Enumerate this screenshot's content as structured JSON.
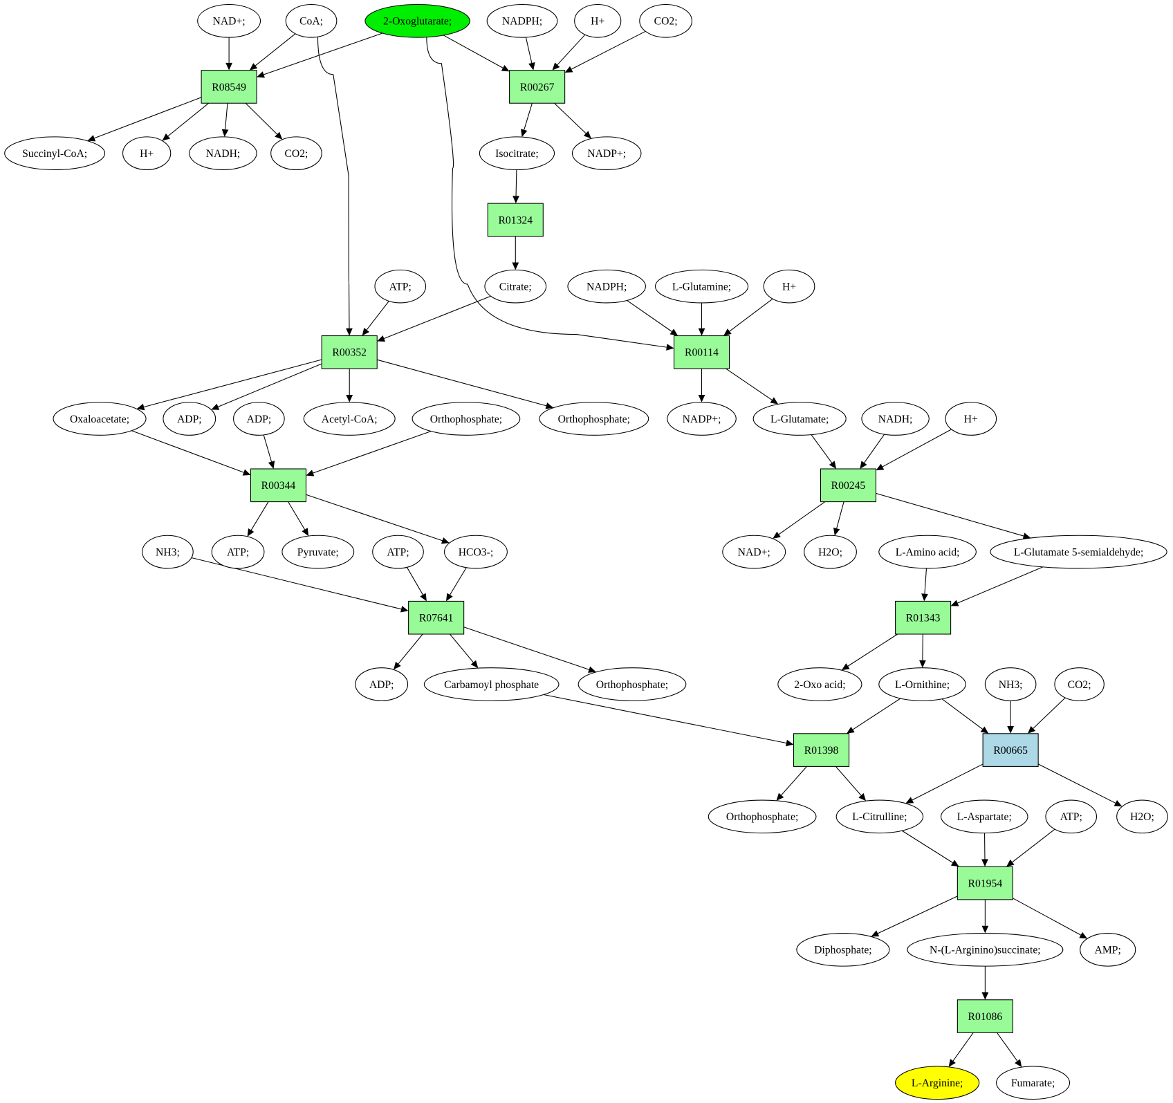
{
  "colors": {
    "reaction": "#98fb98",
    "reaction_alt": "#add8e6",
    "source": "#00ee00",
    "target": "#ffff00",
    "compound": "#ffffff"
  },
  "nodes": [
    {
      "id": "nad1",
      "label": "NAD+;",
      "kind": "compound"
    },
    {
      "id": "coa",
      "label": "CoA;",
      "kind": "compound"
    },
    {
      "id": "oxo",
      "label": "2-Oxoglutarate;",
      "kind": "source"
    },
    {
      "id": "nadph1",
      "label": "NADPH;",
      "kind": "compound"
    },
    {
      "id": "h1",
      "label": "H+",
      "kind": "compound"
    },
    {
      "id": "co2a",
      "label": "CO2;",
      "kind": "compound"
    },
    {
      "id": "R08549",
      "label": "R08549",
      "kind": "reaction"
    },
    {
      "id": "R00267",
      "label": "R00267",
      "kind": "reaction"
    },
    {
      "id": "succ",
      "label": "Succinyl-CoA;",
      "kind": "compound"
    },
    {
      "id": "h2",
      "label": "H+",
      "kind": "compound"
    },
    {
      "id": "nadh1",
      "label": "NADH;",
      "kind": "compound"
    },
    {
      "id": "co2b",
      "label": "CO2;",
      "kind": "compound"
    },
    {
      "id": "isocit",
      "label": "Isocitrate;",
      "kind": "compound"
    },
    {
      "id": "nadp1",
      "label": "NADP+;",
      "kind": "compound"
    },
    {
      "id": "R01324",
      "label": "R01324",
      "kind": "reaction"
    },
    {
      "id": "atp1",
      "label": "ATP;",
      "kind": "compound"
    },
    {
      "id": "citrate",
      "label": "Citrate;",
      "kind": "compound"
    },
    {
      "id": "nadph2",
      "label": "NADPH;",
      "kind": "compound"
    },
    {
      "id": "gln",
      "label": "L-Glutamine;",
      "kind": "compound"
    },
    {
      "id": "h3",
      "label": "H+",
      "kind": "compound"
    },
    {
      "id": "R00352",
      "label": "R00352",
      "kind": "reaction"
    },
    {
      "id": "R00114",
      "label": "R00114",
      "kind": "reaction"
    },
    {
      "id": "oaa",
      "label": "Oxaloacetate;",
      "kind": "compound"
    },
    {
      "id": "adp1",
      "label": "ADP;",
      "kind": "compound"
    },
    {
      "id": "adp2",
      "label": "ADP;",
      "kind": "compound"
    },
    {
      "id": "accoa",
      "label": "Acetyl-CoA;",
      "kind": "compound"
    },
    {
      "id": "pi1",
      "label": "Orthophosphate;",
      "kind": "compound"
    },
    {
      "id": "pi2",
      "label": "Orthophosphate;",
      "kind": "compound"
    },
    {
      "id": "nadp2",
      "label": "NADP+;",
      "kind": "compound"
    },
    {
      "id": "glu",
      "label": "L-Glutamate;",
      "kind": "compound"
    },
    {
      "id": "nadh2",
      "label": "NADH;",
      "kind": "compound"
    },
    {
      "id": "h4",
      "label": "H+",
      "kind": "compound"
    },
    {
      "id": "R00344",
      "label": "R00344",
      "kind": "reaction"
    },
    {
      "id": "R00245",
      "label": "R00245",
      "kind": "reaction"
    },
    {
      "id": "nh3a",
      "label": "NH3;",
      "kind": "compound"
    },
    {
      "id": "atp2",
      "label": "ATP;",
      "kind": "compound"
    },
    {
      "id": "pyr",
      "label": "Pyruvate;",
      "kind": "compound"
    },
    {
      "id": "atp3",
      "label": "ATP;",
      "kind": "compound"
    },
    {
      "id": "hco3",
      "label": "HCO3-;",
      "kind": "compound"
    },
    {
      "id": "nad2",
      "label": "NAD+;",
      "kind": "compound"
    },
    {
      "id": "h2o1",
      "label": "H2O;",
      "kind": "compound"
    },
    {
      "id": "aa",
      "label": "L-Amino acid;",
      "kind": "compound"
    },
    {
      "id": "g5sa",
      "label": "L-Glutamate 5-semialdehyde;",
      "kind": "compound"
    },
    {
      "id": "R07641",
      "label": "R07641",
      "kind": "reaction"
    },
    {
      "id": "R01343",
      "label": "R01343",
      "kind": "reaction"
    },
    {
      "id": "adp3",
      "label": "ADP;",
      "kind": "compound"
    },
    {
      "id": "carb",
      "label": "Carbamoyl phosphate",
      "kind": "compound"
    },
    {
      "id": "pi3",
      "label": "Orthophosphate;",
      "kind": "compound"
    },
    {
      "id": "oxoacid",
      "label": "2-Oxo acid;",
      "kind": "compound"
    },
    {
      "id": "orn",
      "label": "L-Ornithine;",
      "kind": "compound"
    },
    {
      "id": "nh3b",
      "label": "NH3;",
      "kind": "compound"
    },
    {
      "id": "co2c",
      "label": "CO2;",
      "kind": "compound"
    },
    {
      "id": "R01398",
      "label": "R01398",
      "kind": "reaction"
    },
    {
      "id": "R00665",
      "label": "R00665",
      "kind": "reaction_alt"
    },
    {
      "id": "pi4",
      "label": "Orthophosphate;",
      "kind": "compound"
    },
    {
      "id": "cit",
      "label": "L-Citrulline;",
      "kind": "compound"
    },
    {
      "id": "asp",
      "label": "L-Aspartate;",
      "kind": "compound"
    },
    {
      "id": "atp4",
      "label": "ATP;",
      "kind": "compound"
    },
    {
      "id": "h2o2",
      "label": "H2O;",
      "kind": "compound"
    },
    {
      "id": "R01954",
      "label": "R01954",
      "kind": "reaction"
    },
    {
      "id": "ppi",
      "label": "Diphosphate;",
      "kind": "compound"
    },
    {
      "id": "nas",
      "label": "N-(L-Arginino)succinate;",
      "kind": "compound"
    },
    {
      "id": "amp",
      "label": "AMP;",
      "kind": "compound"
    },
    {
      "id": "R01086",
      "label": "R01086",
      "kind": "reaction"
    },
    {
      "id": "arg",
      "label": "L-Arginine;",
      "kind": "target"
    },
    {
      "id": "fum",
      "label": "Fumarate;",
      "kind": "compound"
    }
  ],
  "edges": [
    [
      "nad1",
      "R08549"
    ],
    [
      "coa",
      "R08549"
    ],
    [
      "oxo",
      "R08549"
    ],
    [
      "R08549",
      "succ"
    ],
    [
      "R08549",
      "h2"
    ],
    [
      "R08549",
      "nadh1"
    ],
    [
      "R08549",
      "co2b"
    ],
    [
      "oxo",
      "R00267"
    ],
    [
      "nadph1",
      "R00267"
    ],
    [
      "h1",
      "R00267"
    ],
    [
      "co2a",
      "R00267"
    ],
    [
      "R00267",
      "isocit"
    ],
    [
      "R00267",
      "nadp1"
    ],
    [
      "isocit",
      "R01324"
    ],
    [
      "R01324",
      "citrate"
    ],
    [
      "coa",
      "R00352"
    ],
    [
      "atp1",
      "R00352"
    ],
    [
      "citrate",
      "R00352"
    ],
    [
      "R00352",
      "oaa"
    ],
    [
      "R00352",
      "adp1"
    ],
    [
      "R00352",
      "accoa"
    ],
    [
      "R00352",
      "pi2"
    ],
    [
      "oxo",
      "R00114"
    ],
    [
      "nadph2",
      "R00114"
    ],
    [
      "gln",
      "R00114"
    ],
    [
      "h3",
      "R00114"
    ],
    [
      "R00114",
      "nadp2"
    ],
    [
      "R00114",
      "glu"
    ],
    [
      "oaa",
      "R00344"
    ],
    [
      "adp2",
      "R00344"
    ],
    [
      "pi1",
      "R00344"
    ],
    [
      "R00344",
      "atp2"
    ],
    [
      "R00344",
      "pyr"
    ],
    [
      "R00344",
      "hco3"
    ],
    [
      "glu",
      "R00245"
    ],
    [
      "nadh2",
      "R00245"
    ],
    [
      "h4",
      "R00245"
    ],
    [
      "R00245",
      "nad2"
    ],
    [
      "R00245",
      "h2o1"
    ],
    [
      "R00245",
      "g5sa"
    ],
    [
      "nh3a",
      "R07641"
    ],
    [
      "atp3",
      "R07641"
    ],
    [
      "hco3",
      "R07641"
    ],
    [
      "R07641",
      "adp3"
    ],
    [
      "R07641",
      "carb"
    ],
    [
      "R07641",
      "pi3"
    ],
    [
      "aa",
      "R01343"
    ],
    [
      "g5sa",
      "R01343"
    ],
    [
      "R01343",
      "oxoacid"
    ],
    [
      "R01343",
      "orn"
    ],
    [
      "carb",
      "R01398"
    ],
    [
      "orn",
      "R01398"
    ],
    [
      "R01398",
      "pi4"
    ],
    [
      "R01398",
      "cit"
    ],
    [
      "orn",
      "R00665"
    ],
    [
      "nh3b",
      "R00665"
    ],
    [
      "co2c",
      "R00665"
    ],
    [
      "R00665",
      "cit"
    ],
    [
      "R00665",
      "h2o2"
    ],
    [
      "cit",
      "R01954"
    ],
    [
      "asp",
      "R01954"
    ],
    [
      "atp4",
      "R01954"
    ],
    [
      "R01954",
      "ppi"
    ],
    [
      "R01954",
      "nas"
    ],
    [
      "R01954",
      "amp"
    ],
    [
      "nas",
      "R01086"
    ],
    [
      "R01086",
      "arg"
    ],
    [
      "R01086",
      "fum"
    ]
  ]
}
